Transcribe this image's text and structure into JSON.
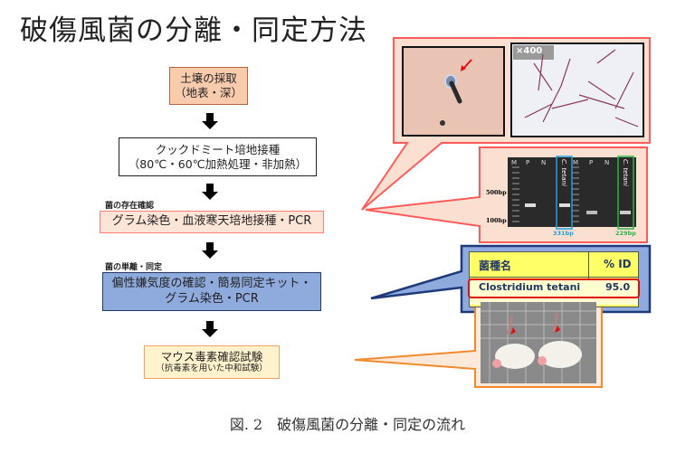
{
  "title": "破傷風菌の分離・同定方法",
  "flow": [
    {
      "line1": "土壌の採取",
      "line2": "（地表・深）"
    },
    {
      "line1": "クックドミート培地接種",
      "line2": "（80℃・60℃加熱処理・非加熱）"
    },
    {
      "label": "菌の存在確認",
      "line1": "グラム染色・血液寒天培地接種・PCR"
    },
    {
      "label": "菌の単離・同定",
      "line1": "偏性嫌気度の確認・簡易同定キット・",
      "line2": "グラム染色・PCR"
    },
    {
      "line1": "マウス毒素確認試験",
      "line2": "（抗毒素を用いた中和試験）"
    }
  ],
  "micrograph": {
    "magnification": "×400"
  },
  "gel": {
    "lanes_left": [
      "M",
      "P",
      "N"
    ],
    "lanes_right": [
      "M",
      "P",
      "N"
    ],
    "sample_label": "C. tetani",
    "marker_high": "500bp",
    "marker_low": "100bp",
    "band_left": "331bp",
    "band_right": "229bp",
    "color_left": "#1fa0e0",
    "color_right": "#2bb34a"
  },
  "id_table": {
    "header_name": "菌種名",
    "header_id": "% ID",
    "species": "Clostridium tetani",
    "percent_id": "95.0"
  },
  "caption": "図. 2　破傷風菌の分離・同定の流れ",
  "colors": {
    "pink_callout": "#ff5b5b",
    "blue_callout": "#1f3a7a",
    "orange_callout": "#f08a2c"
  }
}
